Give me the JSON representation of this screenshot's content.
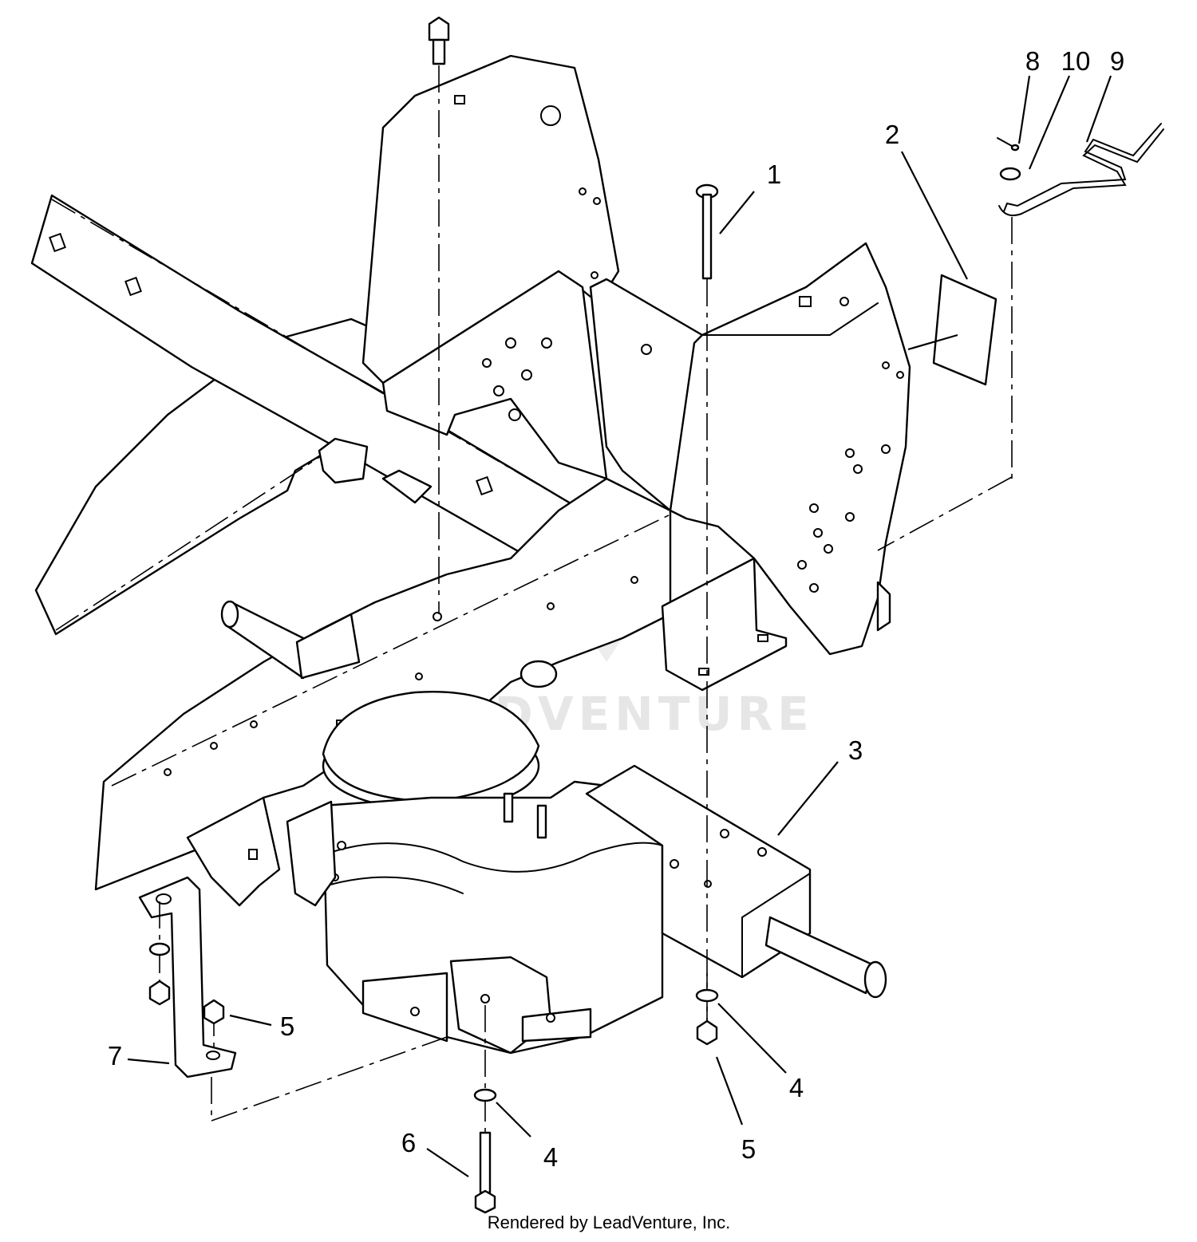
{
  "callouts": [
    {
      "id": "1",
      "label": "1"
    },
    {
      "id": "2",
      "label": "2"
    },
    {
      "id": "3",
      "label": "3"
    },
    {
      "id": "4a",
      "label": "4"
    },
    {
      "id": "4b",
      "label": "4"
    },
    {
      "id": "5a",
      "label": "5"
    },
    {
      "id": "5b",
      "label": "5"
    },
    {
      "id": "6",
      "label": "6"
    },
    {
      "id": "7",
      "label": "7"
    },
    {
      "id": "8",
      "label": "8"
    },
    {
      "id": "9",
      "label": "9"
    },
    {
      "id": "10",
      "label": "10"
    }
  ],
  "watermark": "LEADVENTURE",
  "footer": "Rendered by LeadVenture, Inc."
}
